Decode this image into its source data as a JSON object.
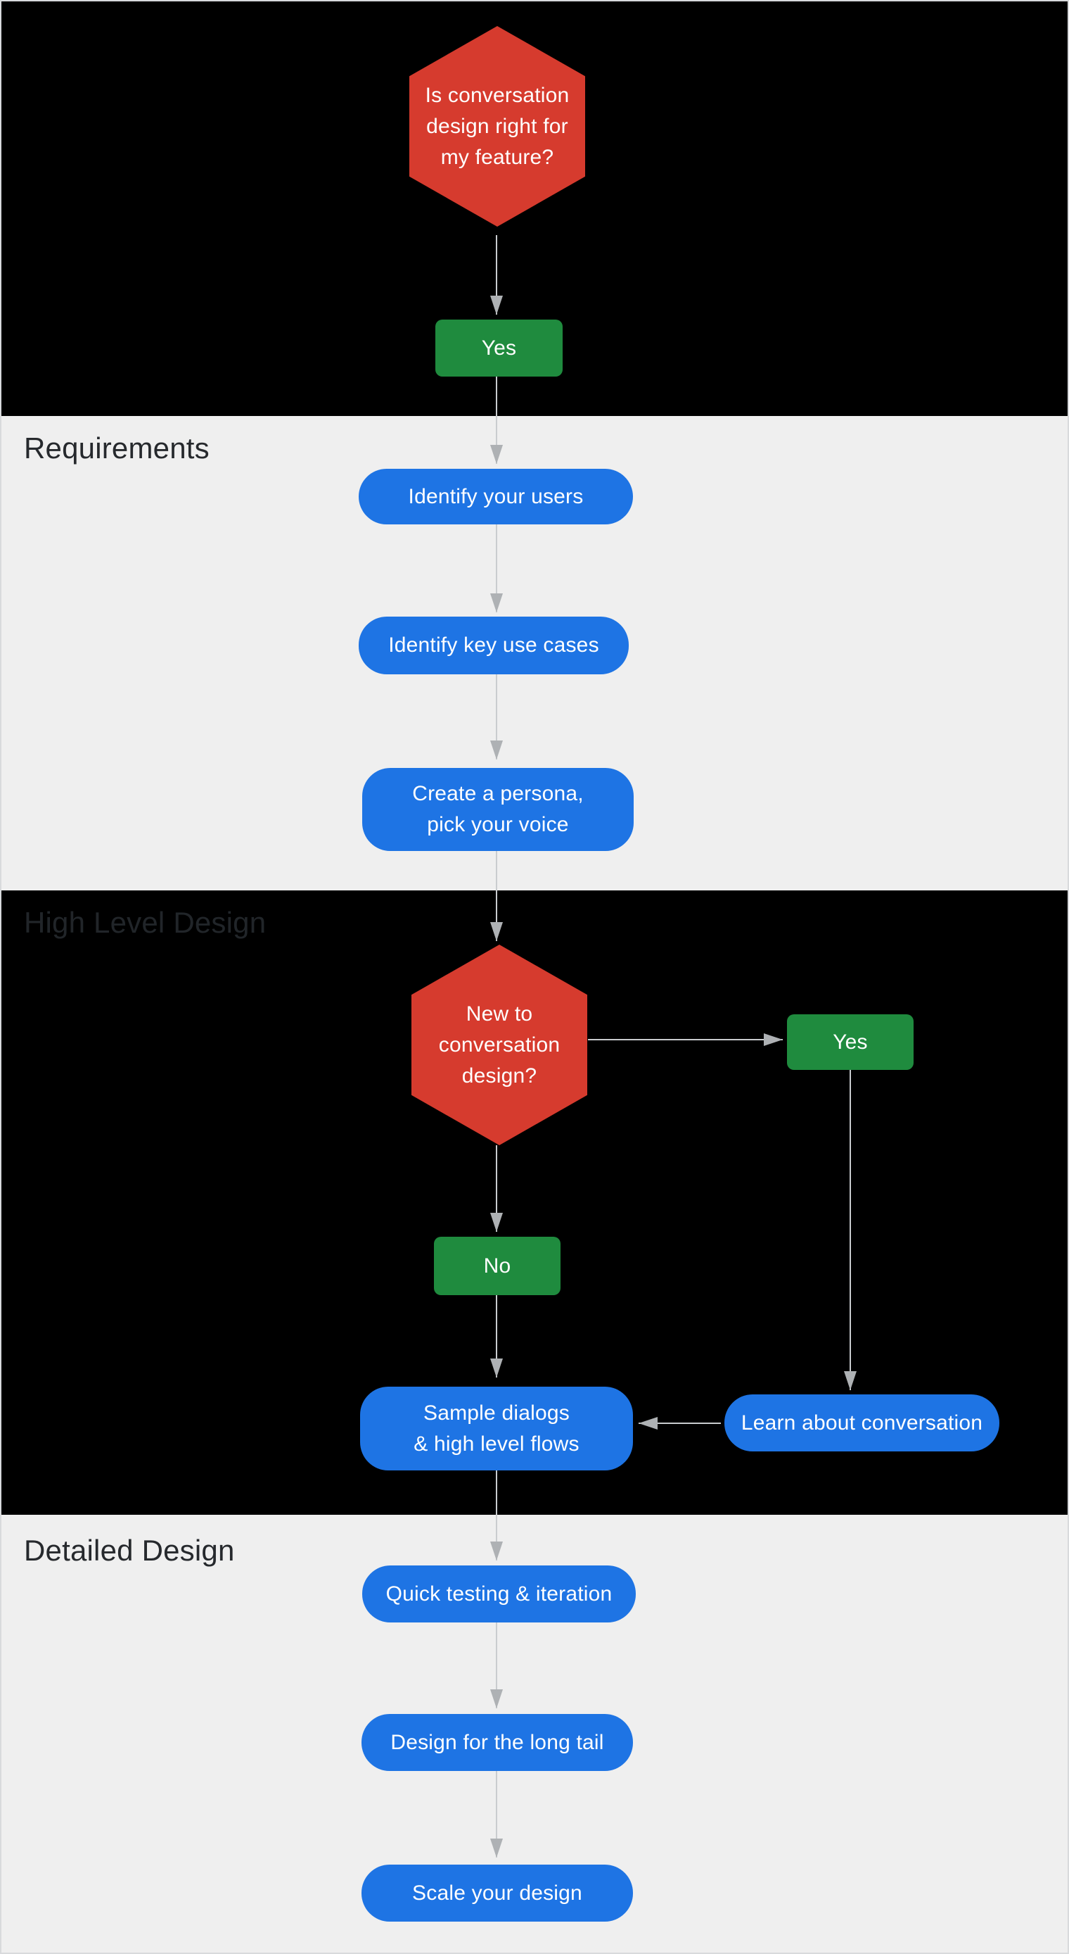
{
  "colors": {
    "canvas-border": "#d8dadc",
    "section-dark": "#000000",
    "section-light": "#efefef",
    "decision-red": "#d63b2e",
    "process-blue": "#1e74e4",
    "answer-green": "#1f8b3e",
    "arrow-line": "#c9cccf",
    "arrow-head": "#aeb1b4",
    "label-on-light": "#26292d",
    "label-on-dark": "#212529",
    "node-text": "#ffffff"
  },
  "sections": {
    "requirements": {
      "label": "Requirements"
    },
    "high_level_design": {
      "label": "High Level Design"
    },
    "detailed_design": {
      "label": "Detailed Design"
    }
  },
  "nodes": {
    "decision_start": "Is conversation\ndesign right for\nmy feature?",
    "answer_yes_start": "Yes",
    "identify_users": "Identify your users",
    "identify_use_cases": "Identify key use cases",
    "create_persona": "Create a persona,\npick your voice",
    "decision_new_to_design": "New to\nconversation\ndesign?",
    "answer_yes_new": "Yes",
    "answer_no_new": "No",
    "sample_dialogs": "Sample dialogs\n& high level flows",
    "learn_conversation": "Learn about conversation",
    "quick_testing": "Quick testing & iteration",
    "long_tail": "Design for the long tail",
    "scale_design": "Scale your design"
  }
}
